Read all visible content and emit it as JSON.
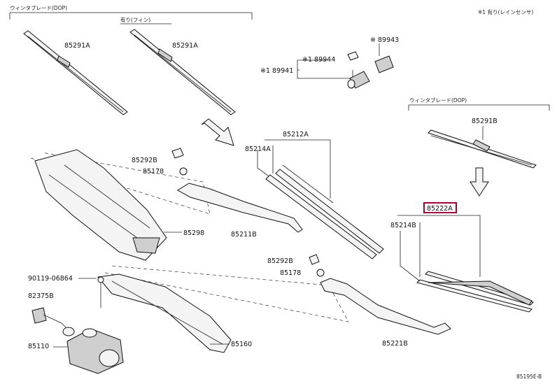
{
  "headers": {
    "wiper_blade_dop_left": "ウィンタブレード(DOP)",
    "with_fin": "有り(フィン)",
    "note_rain_sensor": "※1 有り(レインセンサ)",
    "wiper_blade_dop_right": "ウィンタブレード(DOP)"
  },
  "labels": {
    "p85291a_1": "85291A",
    "p85291a_2": "85291A",
    "p89943": "※ 89943",
    "p89944": "※1 89944",
    "p89941": "※1 89941",
    "p85291b": "85291B",
    "p85212a": "85212A",
    "p85214a": "85214A",
    "p85292b_1": "85292B",
    "p85178_1": "85178",
    "p85298": "85298",
    "p85211b": "85211B",
    "p85222a": "85222A",
    "p85214b": "85214B",
    "p90119": "90119-06864",
    "p82375b": "82375B",
    "p85292b_2": "85292B",
    "p85178_2": "85178",
    "p85110": "85110",
    "p85160": "85160",
    "p85221b": "85221B",
    "diagram_id": "85195E-B"
  },
  "colors": {
    "highlight": "#a0003c",
    "line": "#222222"
  }
}
